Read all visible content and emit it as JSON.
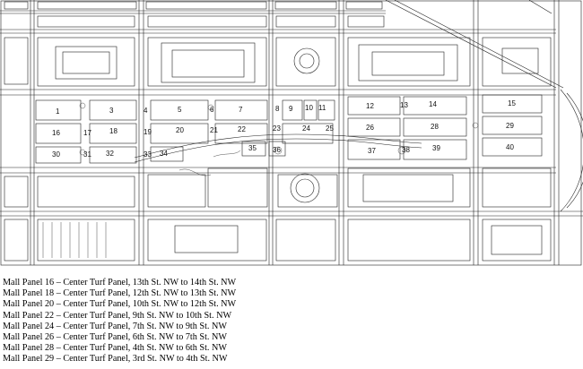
{
  "map": {
    "panels": [
      {
        "id": "1",
        "label": "1"
      },
      {
        "id": "3",
        "label": "3"
      },
      {
        "id": "4",
        "label": "4"
      },
      {
        "id": "5",
        "label": "5"
      },
      {
        "id": "6",
        "label": "6"
      },
      {
        "id": "7",
        "label": "7"
      },
      {
        "id": "8",
        "label": "8"
      },
      {
        "id": "9",
        "label": "9"
      },
      {
        "id": "10",
        "label": "10"
      },
      {
        "id": "11",
        "label": "11"
      },
      {
        "id": "12",
        "label": "12"
      },
      {
        "id": "13",
        "label": "13"
      },
      {
        "id": "14",
        "label": "14"
      },
      {
        "id": "15",
        "label": "15"
      },
      {
        "id": "16",
        "label": "16"
      },
      {
        "id": "17",
        "label": "17"
      },
      {
        "id": "18",
        "label": "18"
      },
      {
        "id": "19",
        "label": "19"
      },
      {
        "id": "20",
        "label": "20"
      },
      {
        "id": "21",
        "label": "21"
      },
      {
        "id": "22",
        "label": "22"
      },
      {
        "id": "23",
        "label": "23"
      },
      {
        "id": "24",
        "label": "24"
      },
      {
        "id": "25",
        "label": "25"
      },
      {
        "id": "26",
        "label": "26"
      },
      {
        "id": "28",
        "label": "28"
      },
      {
        "id": "29",
        "label": "29"
      },
      {
        "id": "30",
        "label": "30"
      },
      {
        "id": "31",
        "label": "31"
      },
      {
        "id": "32",
        "label": "32"
      },
      {
        "id": "33",
        "label": "33"
      },
      {
        "id": "34",
        "label": "34"
      },
      {
        "id": "35",
        "label": "35"
      },
      {
        "id": "36",
        "label": "36"
      },
      {
        "id": "37",
        "label": "37"
      },
      {
        "id": "38",
        "label": "38"
      },
      {
        "id": "39",
        "label": "39"
      },
      {
        "id": "40",
        "label": "40"
      }
    ]
  },
  "caption": {
    "lines": [
      "Mall Panel 16 – Center Turf Panel, 13th St. NW to 14th St. NW",
      "Mall Panel 18 – Center Turf Panel, 12th St. NW to 13th St. NW",
      "Mall Panel 20 – Center Turf Panel, 10th St. NW to 12th St. NW",
      "Mall Panel 22 – Center Turf Panel, 9th St. NW to 10th St. NW",
      "Mall Panel 24 – Center Turf Panel, 7th St. NW to 9th St. NW",
      "Mall Panel 26 – Center Turf Panel, 6th St. NW to 7th St. NW",
      "Mall Panel 28 – Center Turf Panel, 4th St. NW to 6th St. NW",
      "Mall Panel 29 – Center Turf Panel, 3rd St. NW to 4th St. NW"
    ]
  }
}
